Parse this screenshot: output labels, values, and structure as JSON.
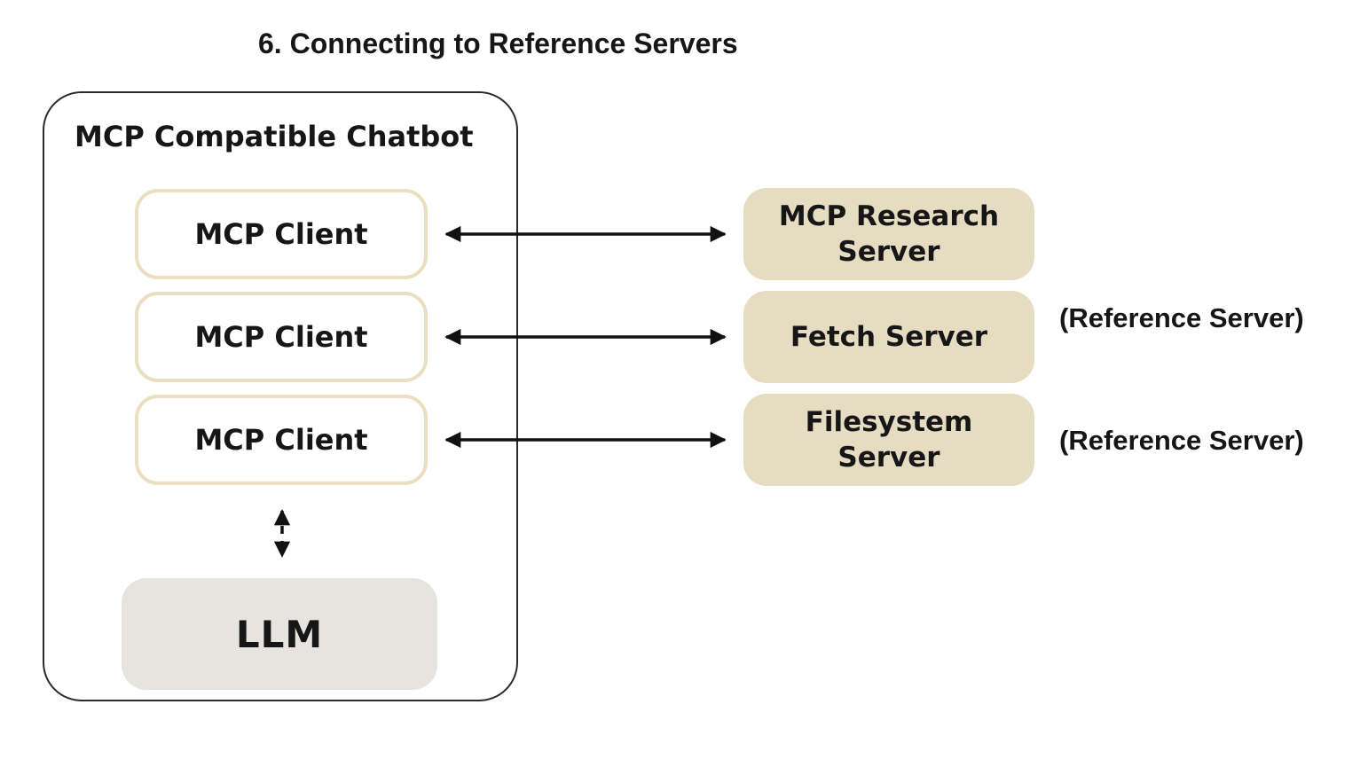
{
  "title": "6. Connecting to Reference Servers",
  "chatbot": {
    "label": "MCP Compatible Chatbot",
    "clients": [
      {
        "label": "MCP Client"
      },
      {
        "label": "MCP Client"
      },
      {
        "label": "MCP Client"
      }
    ],
    "llm_label": "LLM"
  },
  "servers": [
    {
      "label": "MCP Research\nServer",
      "annotation": ""
    },
    {
      "label": "Fetch Server",
      "annotation": "(Reference Server)"
    },
    {
      "label": "Filesystem\nServer",
      "annotation": "(Reference Server)"
    }
  ],
  "connections": [
    {
      "from": "MCP Client",
      "to": "MCP Research Server",
      "style": "solid-double-arrow"
    },
    {
      "from": "MCP Client",
      "to": "Fetch Server",
      "style": "solid-double-arrow"
    },
    {
      "from": "MCP Client",
      "to": "Filesystem Server",
      "style": "solid-double-arrow"
    },
    {
      "from": "MCP Client",
      "to": "LLM",
      "style": "dashed-double-arrow"
    }
  ],
  "colors": {
    "server_fill": "#e5dcc1",
    "client_border": "#eadfc0",
    "llm_fill": "#e5e4df",
    "container_border": "#2b2b2b",
    "arrow": "#111111",
    "text": "#161616",
    "bg": "#ffffff"
  }
}
